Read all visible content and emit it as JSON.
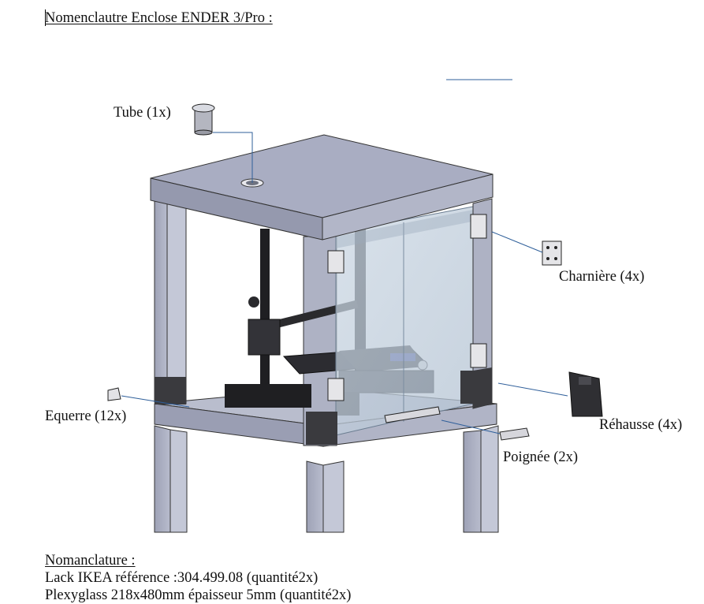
{
  "doc": {
    "title": "Nomenclautre Enclose ENDER 3/Pro :",
    "section_heading": " Nomanclature :",
    "lines": [
      "Lack IKEA référence :304.499.08 (quantité2x)",
      "Plexyglass 218x480mm épaisseur 5mm  (quantité2x)"
    ]
  },
  "callouts": {
    "tube": "Tube (1x)",
    "charniere": "Charnière (4x)",
    "equerre": "Equerre (12x)",
    "rehausse": "Réhausse (4x)",
    "poignee": "Poignée (2x)"
  },
  "colors": {
    "tabletop": "#a9adc2",
    "tabletop_front": "#9599ae",
    "legs": "#acb0c3",
    "plexiglass": "#c2cfdc",
    "printer_frame": "#1f1f22",
    "leader_line": "#2f5f9a",
    "parts_dark": "#2f2f33"
  }
}
